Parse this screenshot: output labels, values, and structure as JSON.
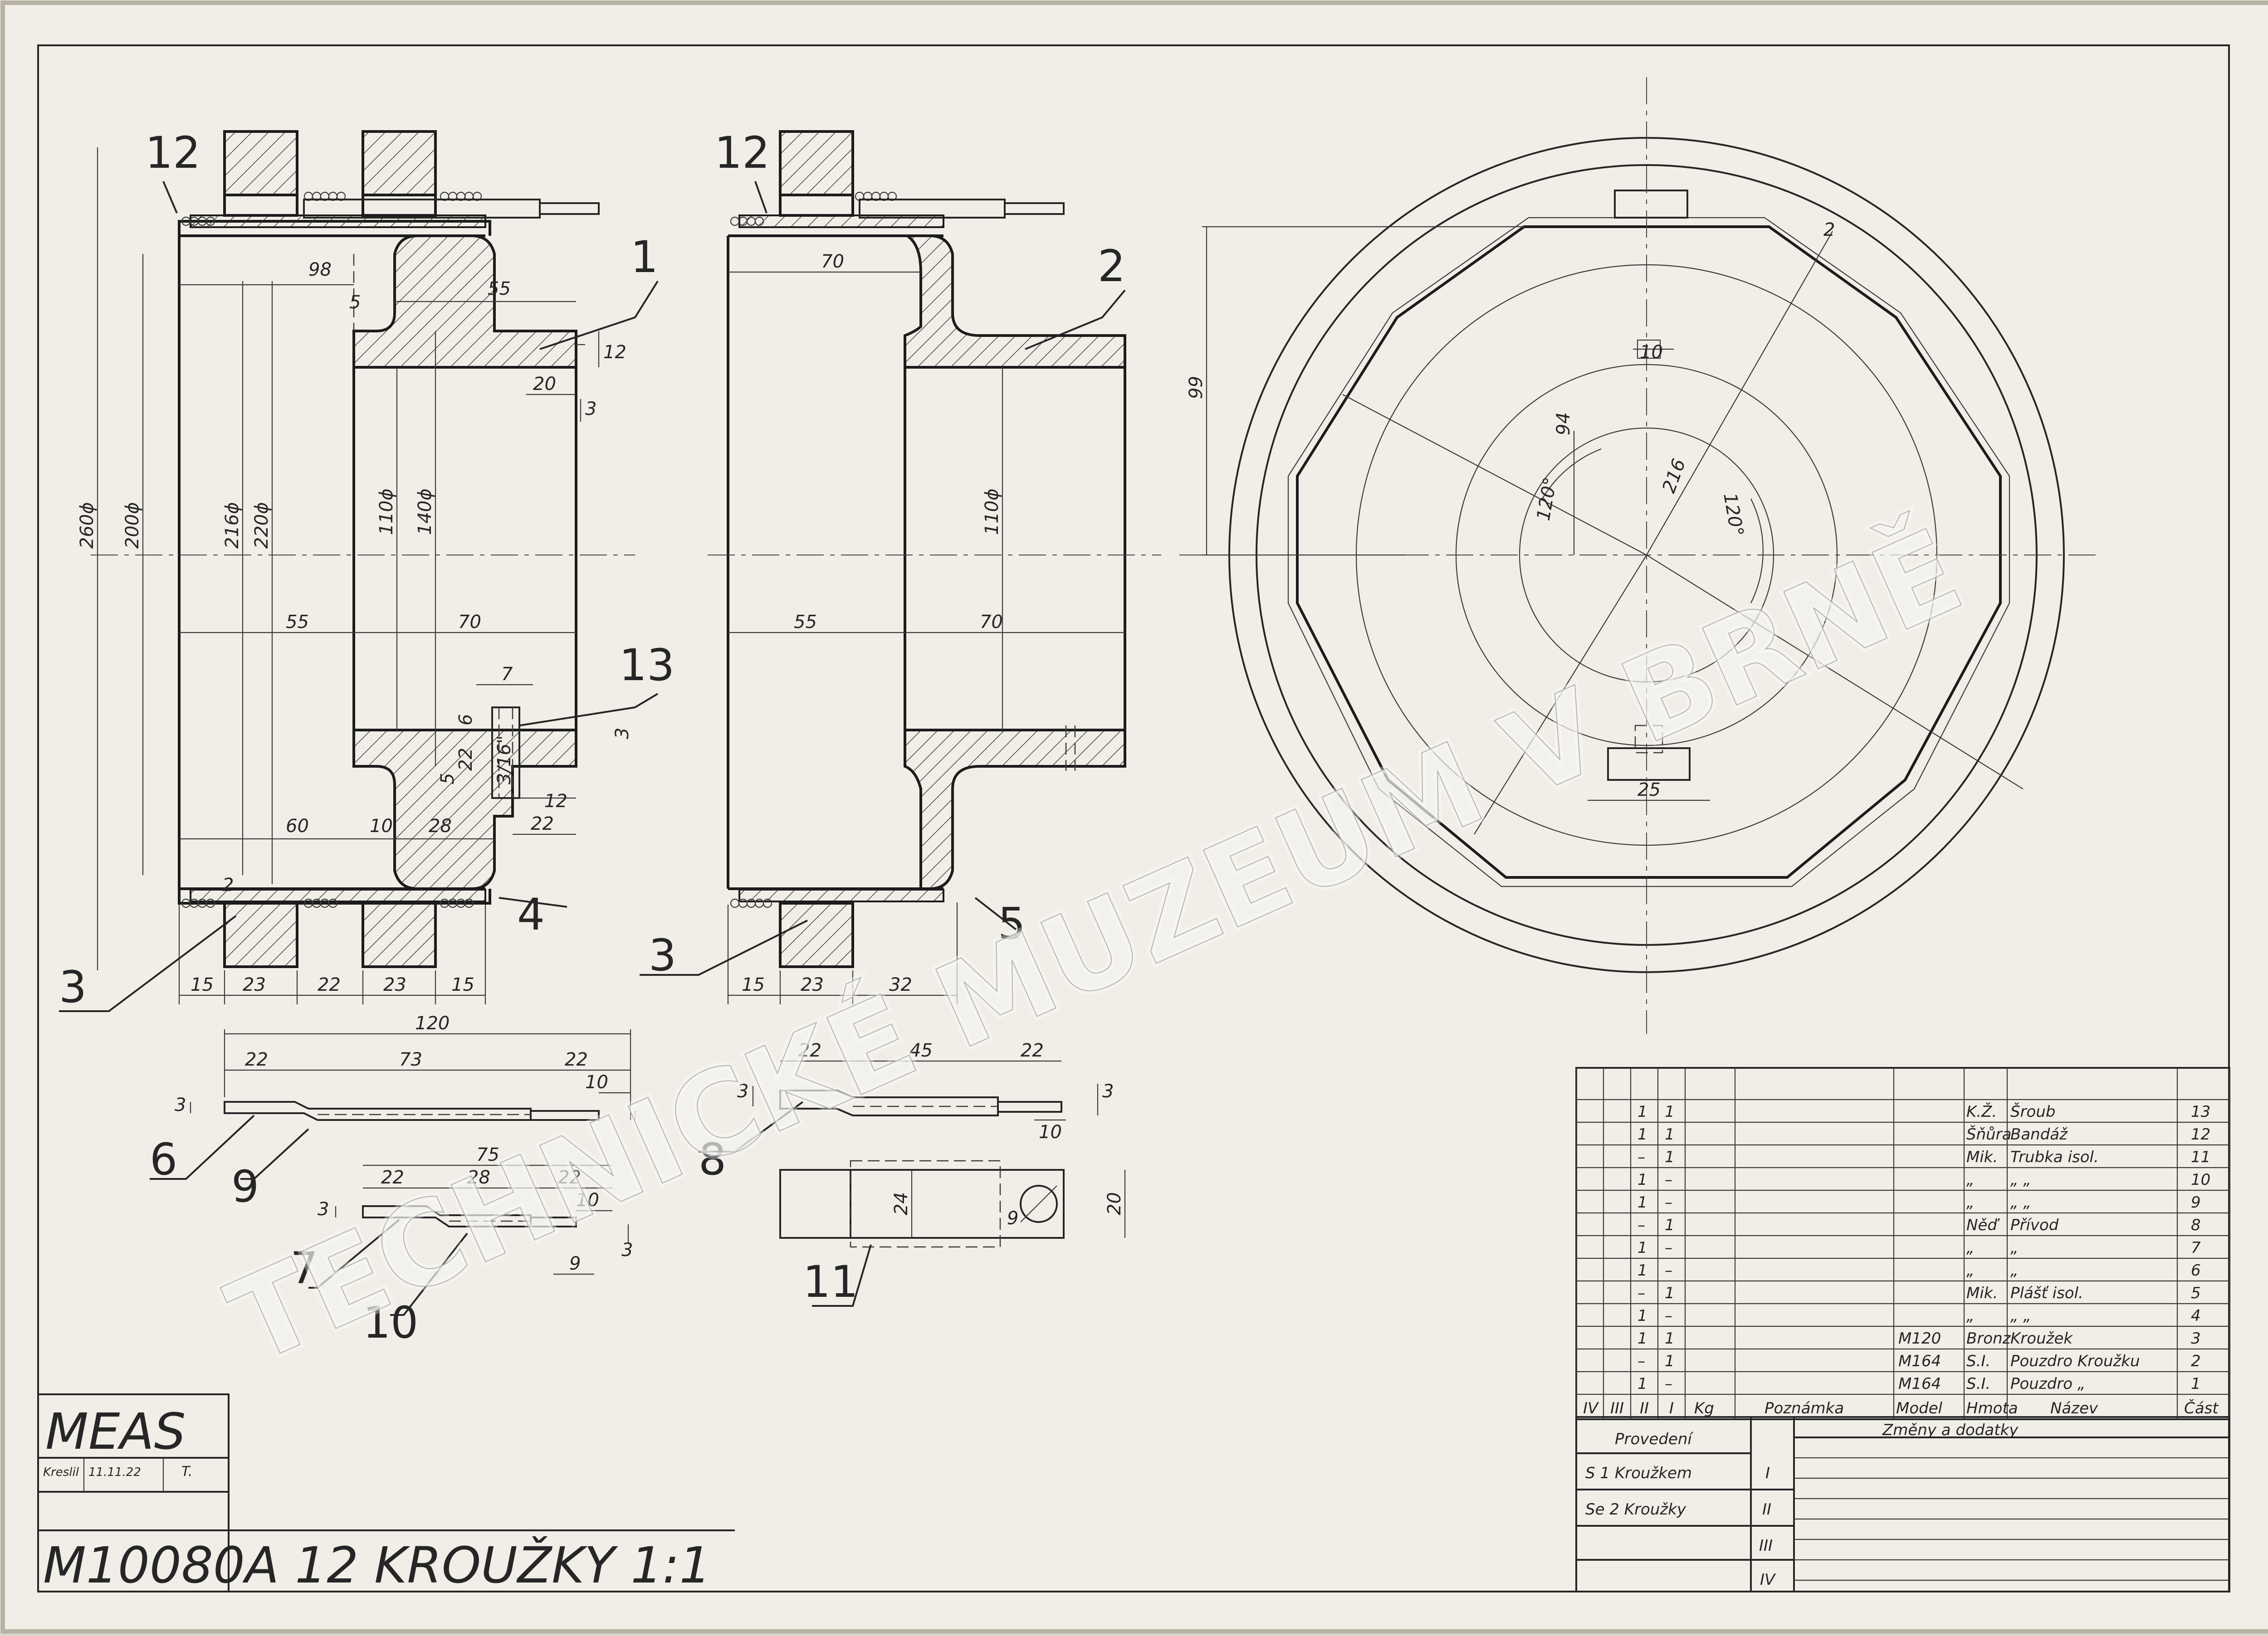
{
  "drawing": {
    "company": "MEAS",
    "drawn_label": "Kreslil",
    "drawn_date": "11.11.22",
    "drawn_initial": "T.",
    "number": "M10080",
    "title": "A 12 KROUŽKY 1:1",
    "watermark": "TECHNICKÉ MUZEUM V BRNĚ"
  },
  "view_left": {
    "callouts": [
      "12",
      "1",
      "13",
      "4",
      "3"
    ],
    "dims": {
      "d98": "98",
      "d55a": "55",
      "d5a": "5",
      "d20": "20",
      "d12a": "12",
      "d3a": "3",
      "d260": "260ϕ",
      "d200": "200ϕ",
      "d216": "216ϕ",
      "d220": "220ϕ",
      "d110": "110ϕ",
      "d140": "140ϕ",
      "d55b": "55",
      "d70": "70",
      "d7": "7",
      "d6": "6",
      "d22a": "22",
      "d5b": "5",
      "d3b": "3",
      "d3_16": "3/16\"",
      "d12b": "12",
      "d60": "60",
      "d10": "10",
      "d28": "28",
      "d22b": "22",
      "d2": "2",
      "b15a": "15",
      "b23a": "23",
      "b22": "22",
      "b23b": "23",
      "b15b": "15"
    }
  },
  "view_middle": {
    "callouts": [
      "12",
      "2",
      "5",
      "3"
    ],
    "dims": {
      "d70a": "70",
      "d110": "110ϕ",
      "d55": "55",
      "d70b": "70",
      "b15": "15",
      "b23": "23",
      "b32": "32"
    }
  },
  "view_right": {
    "dims": {
      "d99": "99",
      "d94": "94",
      "d216": "216",
      "d120a": "120°",
      "d120b": "120°",
      "d10": "10",
      "d25": "25",
      "d2": "2"
    }
  },
  "parts_detail": {
    "p6": {
      "callout_a": "6",
      "callout_b": "9",
      "d120": "120",
      "d22a": "22",
      "d73": "73",
      "d22b": "22",
      "d3": "3",
      "d10": "10"
    },
    "p7": {
      "callout_a": "7",
      "callout_b": "10",
      "d75": "75",
      "d22a": "22",
      "d28": "28",
      "d22b": "22",
      "d3a": "3",
      "d10": "10",
      "d3b": "3",
      "d9": "9"
    },
    "p8": {
      "callout": "8",
      "d3": "3",
      "d22a": "22",
      "d45": "45",
      "d22b": "22",
      "d3b": "3",
      "d10": "10"
    },
    "p11": {
      "callout": "11",
      "d24": "24",
      "d9": "9",
      "d20": "20"
    }
  },
  "parts_table": {
    "header": {
      "c4": "IV",
      "c3": "III",
      "c2": "II",
      "c1": "I",
      "kg": "Kg",
      "poznamka": "Poznámka",
      "model": "Model",
      "hmota": "Hmota",
      "nazev": "Název",
      "cast": "Část"
    },
    "rows": [
      {
        "ii": "1",
        "i": "1",
        "model": "",
        "hmota": "K.Ž.",
        "nazev": "Šroub",
        "cast": "13"
      },
      {
        "ii": "1",
        "i": "1",
        "model": "",
        "hmota": "Šňůra",
        "nazev": "Bandáž",
        "cast": "12"
      },
      {
        "ii": "–",
        "i": "1",
        "model": "",
        "hmota": "Mik.",
        "nazev": "Trubka isol.",
        "cast": "11"
      },
      {
        "ii": "1",
        "i": "–",
        "model": "",
        "hmota": "„",
        "nazev": "„       „",
        "cast": "10"
      },
      {
        "ii": "1",
        "i": "–",
        "model": "",
        "hmota": "„",
        "nazev": "„       „",
        "cast": "9"
      },
      {
        "ii": "–",
        "i": "1",
        "model": "",
        "hmota": "Něď",
        "nazev": "Přívod",
        "cast": "8"
      },
      {
        "ii": "1",
        "i": "–",
        "model": "",
        "hmota": "„",
        "nazev": "„",
        "cast": "7"
      },
      {
        "ii": "1",
        "i": "–",
        "model": "",
        "hmota": "„",
        "nazev": "„",
        "cast": "6"
      },
      {
        "ii": "–",
        "i": "1",
        "model": "",
        "hmota": "Mik.",
        "nazev": "Plášť isol.",
        "cast": "5"
      },
      {
        "ii": "1",
        "i": "–",
        "model": "",
        "hmota": "„",
        "nazev": "„       „",
        "cast": "4"
      },
      {
        "ii": "1",
        "i": "1",
        "model": "M120",
        "hmota": "Bronz",
        "nazev": "Kroužek",
        "cast": "3"
      },
      {
        "ii": "–",
        "i": "1",
        "model": "M164",
        "hmota": "S.I.",
        "nazev": "Pouzdro Kroužku",
        "cast": "2"
      },
      {
        "ii": "1",
        "i": "–",
        "model": "M164",
        "hmota": "S.I.",
        "nazev": "Pouzdro   „",
        "cast": "1"
      }
    ]
  },
  "revisions": {
    "provedeni_label": "Provedení",
    "changes_label": "Změny a dodatky",
    "rows": [
      {
        "text": "S 1 Kroužkem",
        "numeral": "I"
      },
      {
        "text": "Se 2 Kroužky",
        "numeral": "II"
      },
      {
        "text": "",
        "numeral": "III"
      },
      {
        "text": "",
        "numeral": "IV"
      }
    ]
  }
}
